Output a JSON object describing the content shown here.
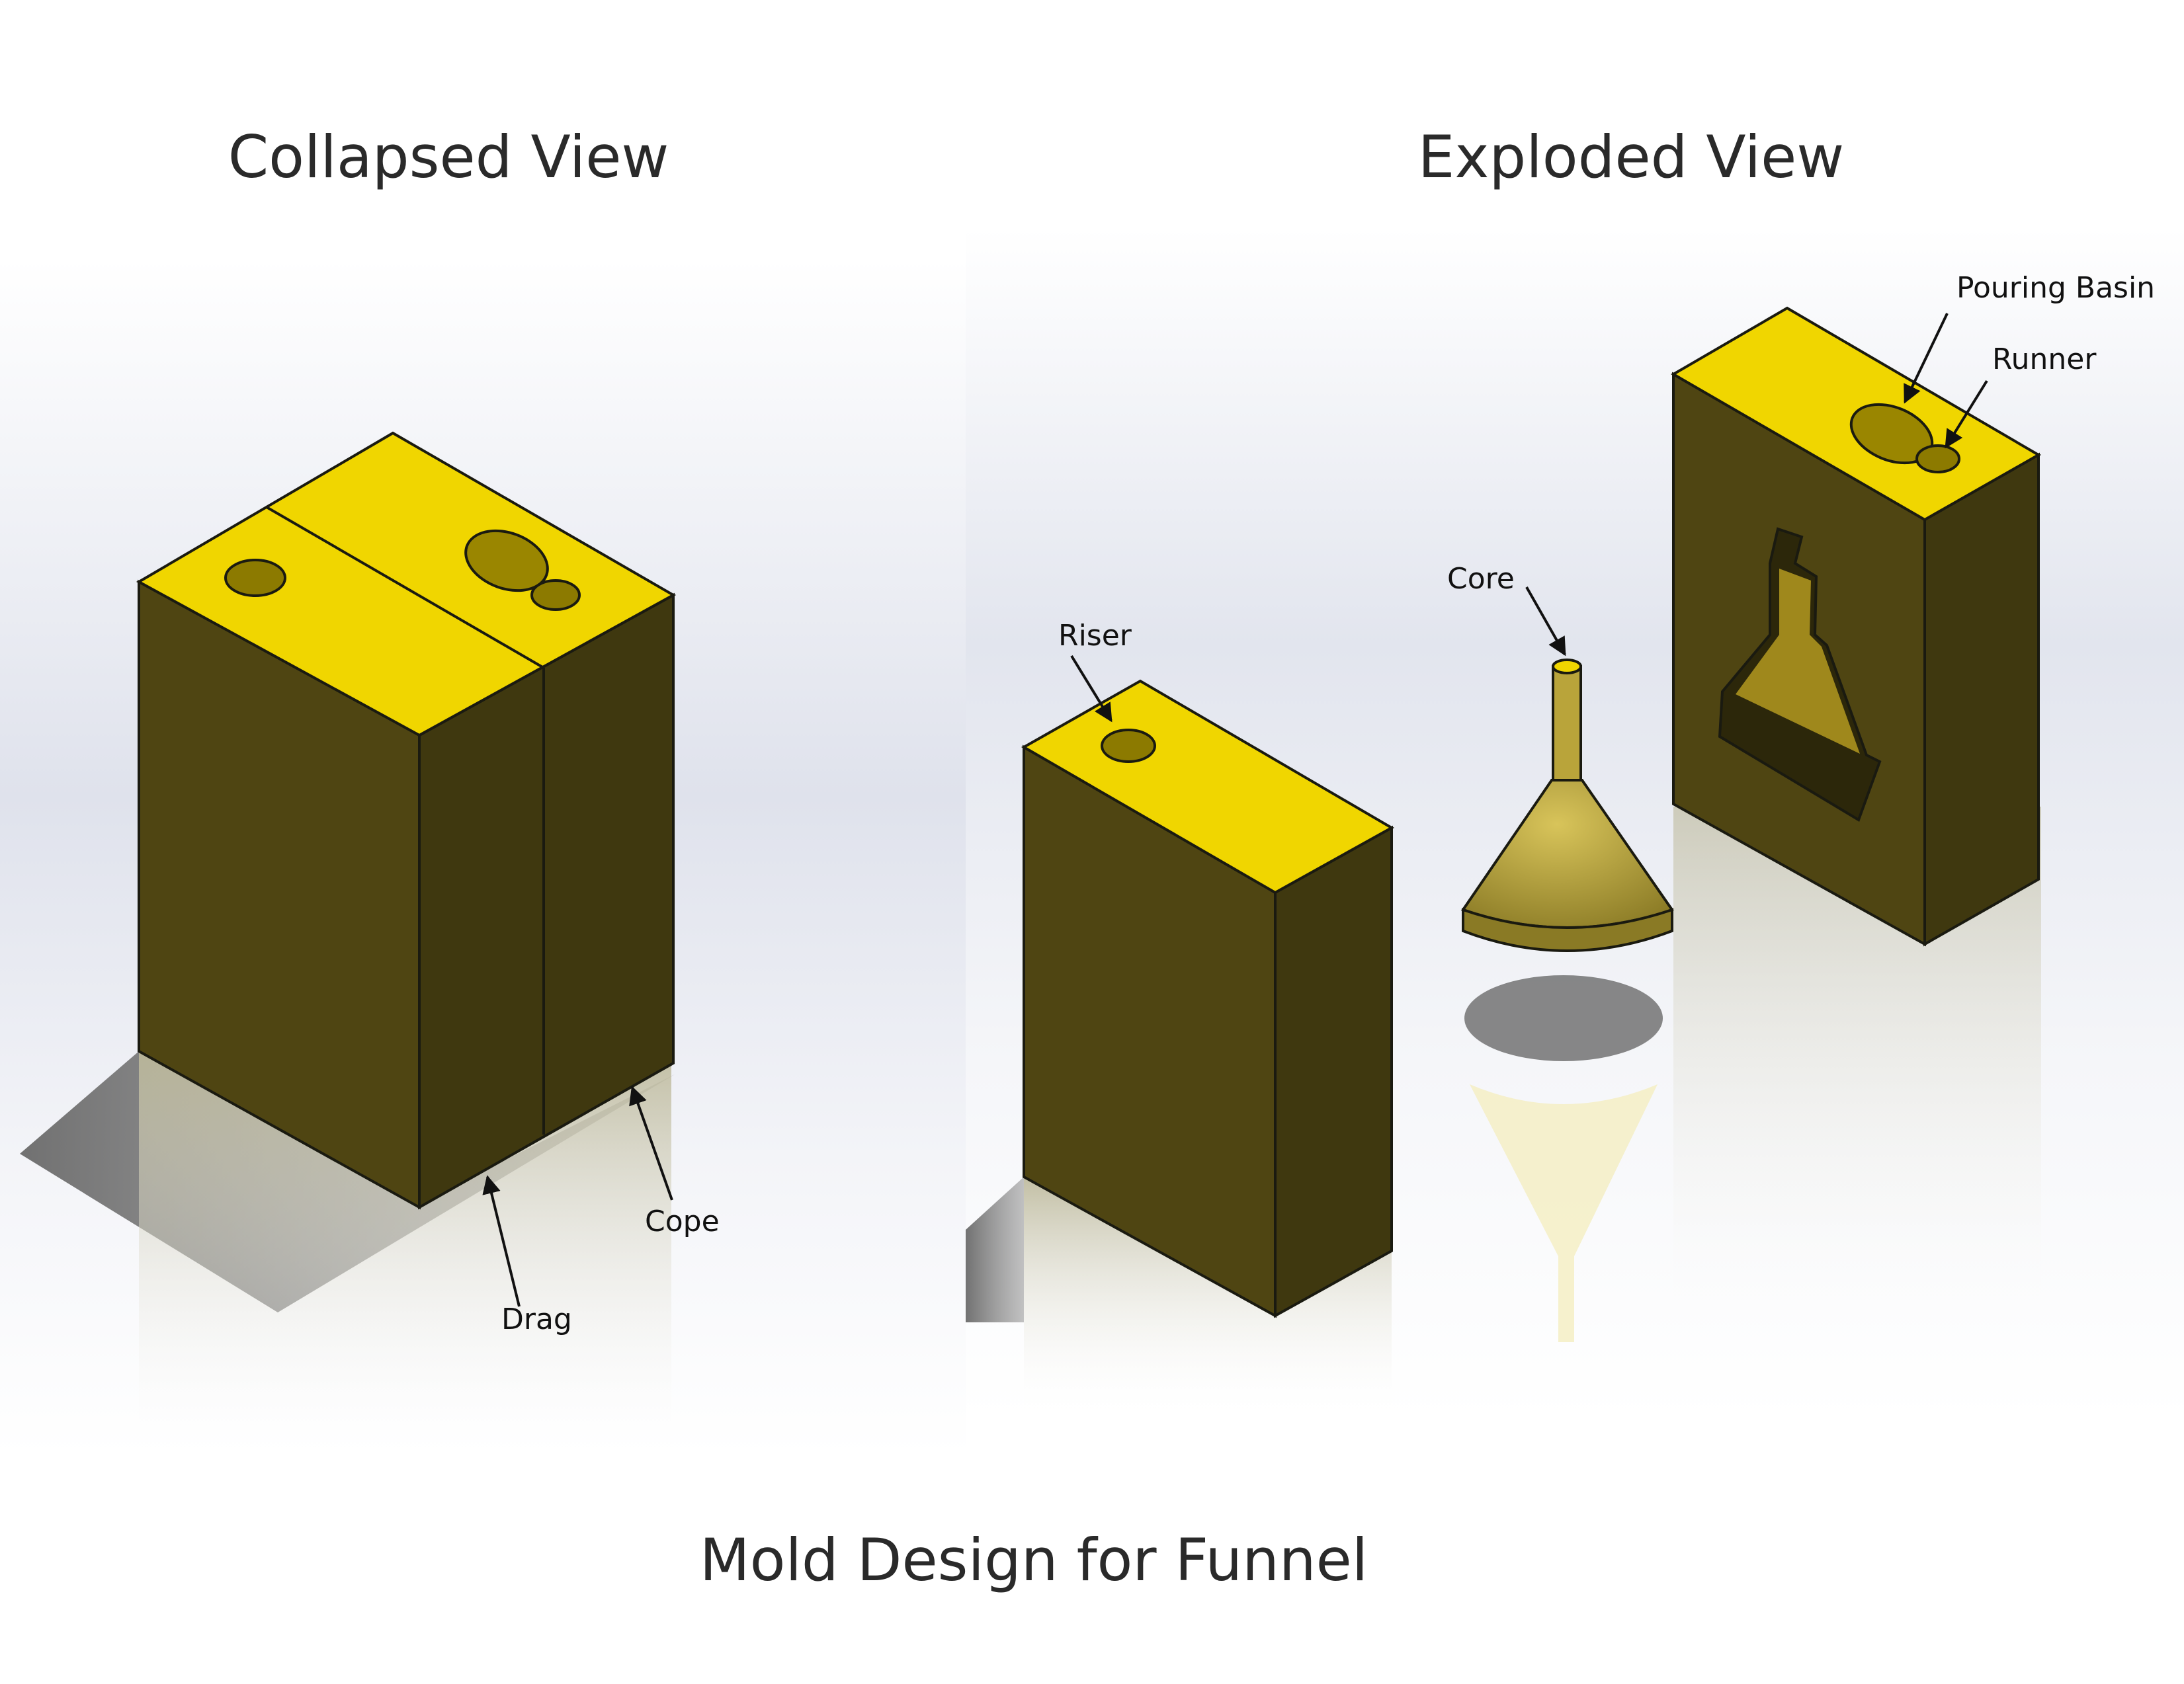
{
  "headings": {
    "collapsed": "Collapsed View",
    "exploded": "Exploded View",
    "caption": "Mold Design for Funnel"
  },
  "labels": {
    "drag": "Drag",
    "cope": "Cope",
    "riser": "Riser",
    "core": "Core",
    "pouring_basin": "Pouring Basin",
    "runner": "Runner"
  },
  "colors": {
    "top_face": "#f0d600",
    "side_face": "#4f4512",
    "side_face_dark": "#3d360e",
    "core": "#b9a43a",
    "edge": "#1a1a10"
  }
}
